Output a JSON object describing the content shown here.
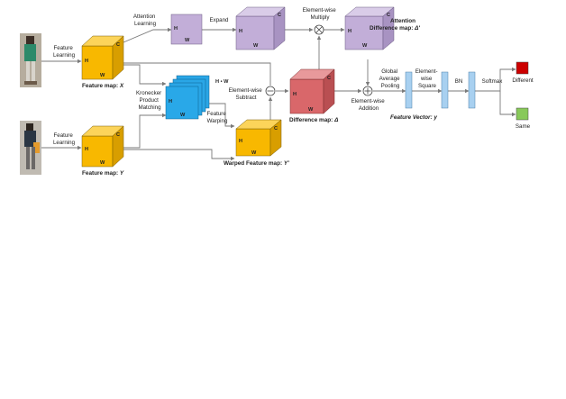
{
  "labels": {
    "feature_learning_top": [
      "Feature",
      "Learning"
    ],
    "feature_learning_bottom": [
      "Feature",
      "Learning"
    ],
    "attention_learning": [
      "Attention",
      "Learning"
    ],
    "expand": "Expand",
    "elementwise_multiply": [
      "Element-wise",
      "Multiply"
    ],
    "kronecker": [
      "Kronecker",
      "Product",
      "Matching"
    ],
    "elementwise_subtract": [
      "Element-wise",
      "Subtract"
    ],
    "feature_warping": [
      "Feature",
      "Warping"
    ],
    "elementwise_addition": [
      "Element-wise",
      "Addition"
    ],
    "gap": [
      "Global",
      "Average",
      "Pooling"
    ],
    "elementwise_square": [
      "Element-",
      "wise",
      "Square"
    ],
    "bn": "BN",
    "softmax": "Softmax",
    "different": "Different",
    "same": "Same",
    "hw": "H • W"
  },
  "captions": {
    "feature_map_x": [
      "Feature map: ",
      "X"
    ],
    "feature_map_y": [
      "Feature map: ",
      "Y"
    ],
    "warped": [
      "Warped Feature map: ",
      "Y'"
    ],
    "difference": [
      "Difference map: ",
      "Δ"
    ],
    "attention_title": "Attention",
    "attention_sub": [
      "Difference map: ",
      "Δ'"
    ],
    "feature_vector": "Feature Vector: y"
  },
  "dims": {
    "h": "H",
    "w": "W",
    "c": "C"
  },
  "colors": {
    "yellow": "#f8b800",
    "blue": "#29a8e8",
    "red": "#d9676a",
    "purple": "#c2aed8",
    "light_blue": "#a8d0f0",
    "out_red": "#cc0000",
    "out_green": "#88c95a"
  }
}
